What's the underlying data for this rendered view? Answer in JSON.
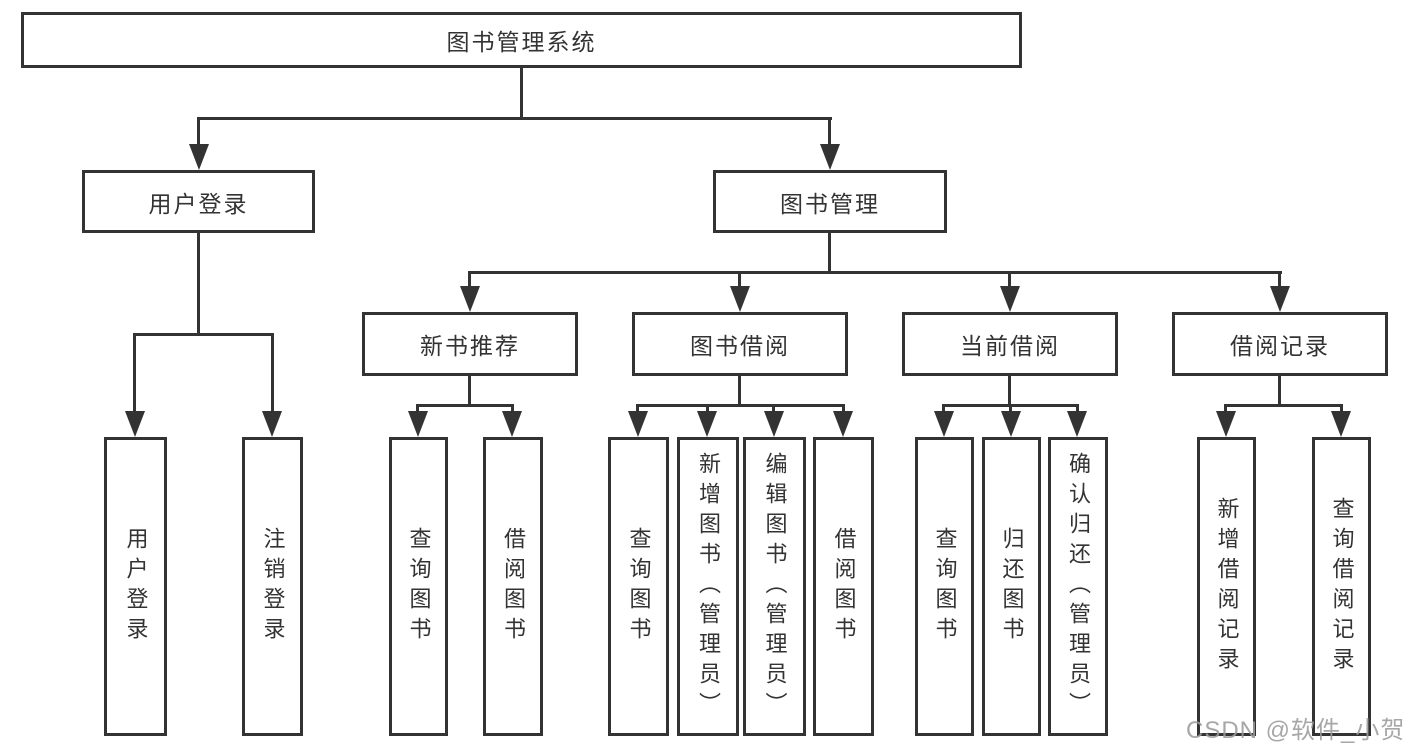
{
  "tree": {
    "root": "图书管理系统",
    "branches": [
      {
        "label": "用户登录",
        "children": [
          "用户登录",
          "注销登录"
        ]
      },
      {
        "label": "图书管理",
        "groups": [
          {
            "label": "新书推荐",
            "children": [
              "查询图书",
              "借阅图书"
            ]
          },
          {
            "label": "图书借阅",
            "children": [
              "查询图书",
              "新增图书（管理员）",
              "编辑图书（管理员）",
              "借阅图书"
            ]
          },
          {
            "label": "当前借阅",
            "children": [
              "查询图书",
              "归还图书",
              "确认归还（管理员）"
            ]
          },
          {
            "label": "借阅记录",
            "children": [
              "新增借阅记录",
              "查询借阅记录"
            ]
          }
        ]
      }
    ]
  },
  "watermark": "CSDN @软件_小贺同学",
  "colors": {
    "line": "#333333",
    "text": "#333333",
    "background": "#ffffff",
    "watermark": "#9c9c9c"
  }
}
